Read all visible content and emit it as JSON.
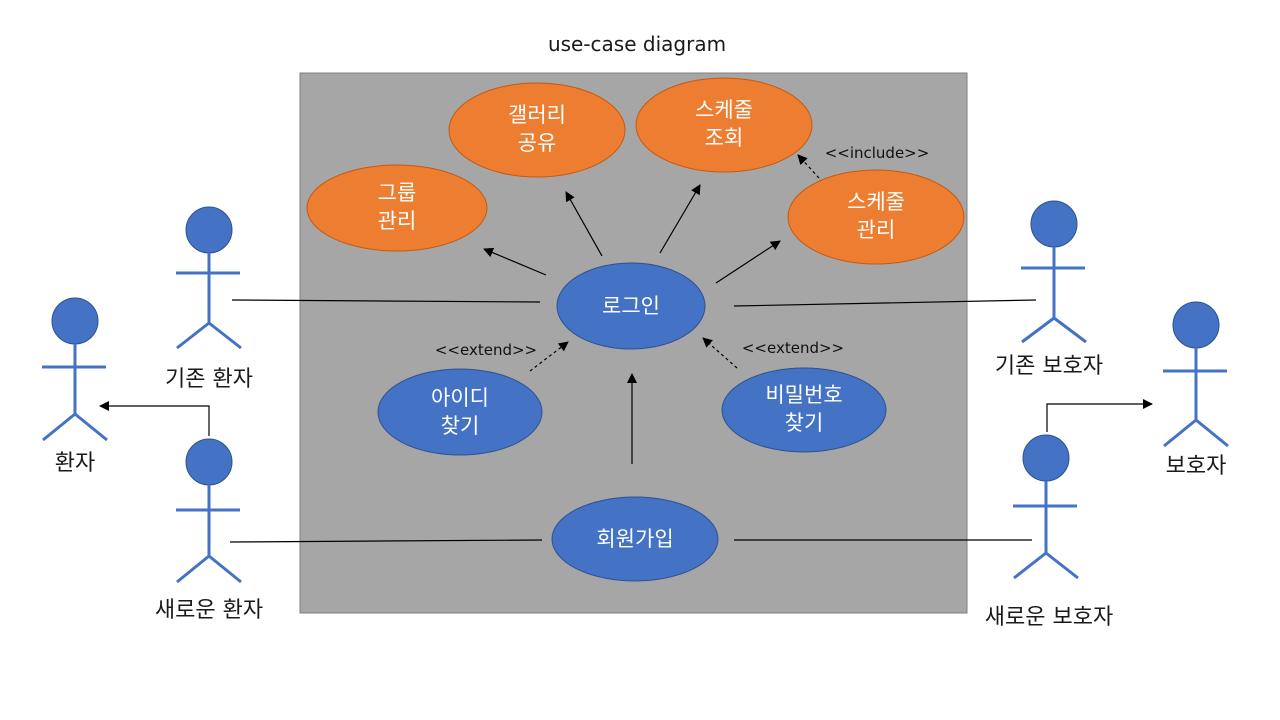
{
  "title": "use-case diagram",
  "colors": {
    "system_box": "#a6a6a6",
    "orange_usecase": "#ed7d31",
    "blue_usecase": "#4472c4",
    "actor": "#4472c4",
    "line": "#000000"
  },
  "use_cases": {
    "gallery": [
      "갤러리",
      "공유"
    ],
    "schedule_view": [
      "스케줄",
      "조회"
    ],
    "group": [
      "그룹",
      "관리"
    ],
    "schedule_manage": [
      "스케줄",
      "관리"
    ],
    "login": [
      "로그인"
    ],
    "find_id": [
      "아이디",
      "찾기"
    ],
    "find_pw": [
      "비밀번호",
      "찾기"
    ],
    "signup": [
      "회원가입"
    ]
  },
  "stereotypes": {
    "include": "<<include>>",
    "extend_left": "<<extend>>",
    "extend_right": "<<extend>>"
  },
  "actors": {
    "existing_patient": "기존 환자",
    "patient": "환자",
    "new_patient": "새로운 환자",
    "existing_guardian": "기존 보호자",
    "guardian": "보호자",
    "new_guardian": "새로운 보호자"
  }
}
